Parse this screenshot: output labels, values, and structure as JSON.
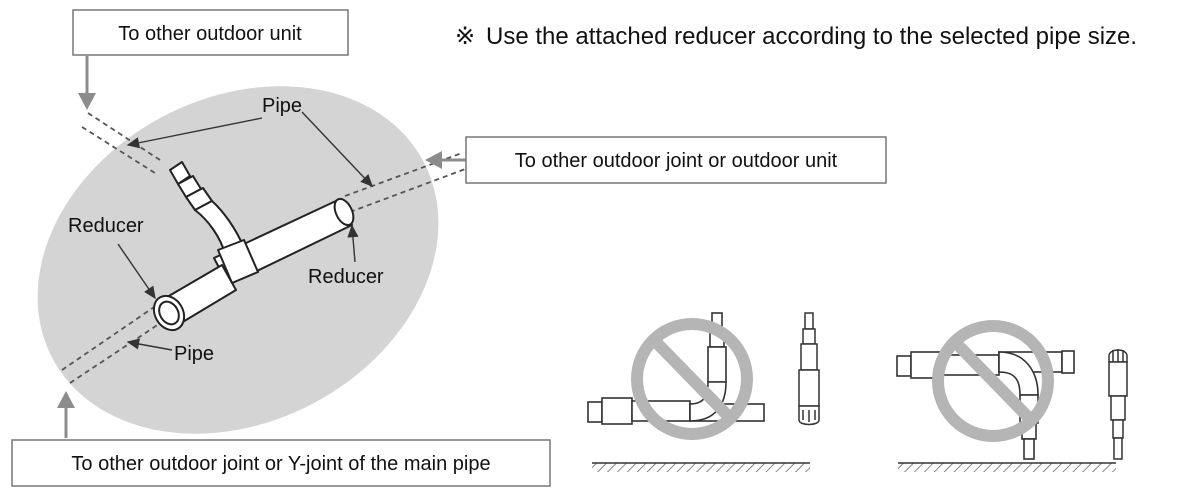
{
  "note": {
    "symbol": "※",
    "text": "Use the attached reducer according to the selected pipe size."
  },
  "labels": {
    "to_other_outdoor_unit": "To other outdoor unit",
    "to_other_joint_or_unit": "To other outdoor joint or outdoor unit",
    "to_joint_or_y_joint": "To other outdoor joint or Y-joint of the main pipe",
    "pipe_top": "Pipe",
    "pipe_bottom": "Pipe",
    "reducer_left": "Reducer",
    "reducer_right": "Reducer"
  },
  "colors": {
    "ellipse_fill": "#d4d4d4",
    "line": "#333333",
    "prohibit_ring": "#b5b5b5",
    "arrow_gray": "#8c8c8c"
  },
  "icons": {
    "prohibited": "prohibition-sign-icon"
  }
}
